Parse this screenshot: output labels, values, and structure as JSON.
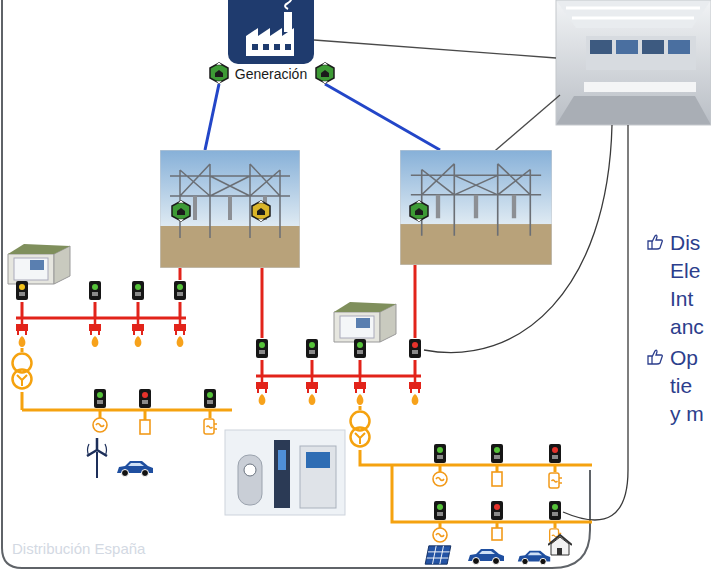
{
  "diagram": {
    "nodes": [
      {
        "text": [
          "Generación"
        ]
      }
    ],
    "labels": [
      "Dis Ele Int anc",
      "Op tie y m",
      "Distribución España"
    ]
  }
}
